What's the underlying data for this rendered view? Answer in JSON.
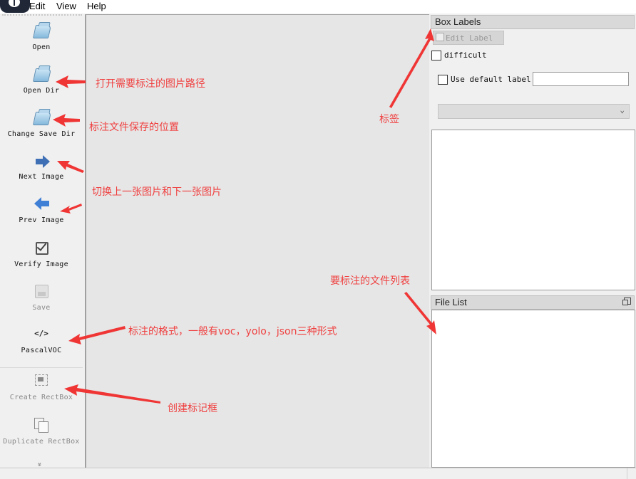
{
  "menu": {
    "items": [
      {
        "label": "Edit"
      },
      {
        "label": "View"
      },
      {
        "label": "Help"
      }
    ]
  },
  "toolbar": {
    "tools": [
      {
        "label": "Open",
        "icon": "folder-open-icon",
        "enabled": true
      },
      {
        "label": "Open Dir",
        "icon": "folder-open-icon",
        "enabled": true
      },
      {
        "label": "Change Save Dir",
        "icon": "folder-open-icon",
        "enabled": true
      },
      {
        "label": "Next Image",
        "icon": "arrow-right-icon",
        "enabled": true
      },
      {
        "label": "Prev Image",
        "icon": "arrow-left-icon",
        "enabled": true
      },
      {
        "label": "Verify Image",
        "icon": "checkbox-icon",
        "enabled": true
      },
      {
        "label": "Save",
        "icon": "save-icon",
        "enabled": false
      },
      {
        "label": "PascalVOC",
        "icon": "code-icon",
        "icon_text": "</>",
        "enabled": true
      },
      {
        "label": "Create RectBox",
        "icon": "rectbox-icon",
        "enabled": false
      },
      {
        "label": "Duplicate RectBox",
        "icon": "duplicate-icon",
        "enabled": false
      }
    ],
    "more_icon": "»"
  },
  "box_labels": {
    "title": "Box Labels",
    "edit_label_button": "Edit Label",
    "difficult_label": "difficult",
    "difficult_checked": false,
    "use_default_label": "Use default label",
    "use_default_checked": false,
    "default_label_value": "",
    "combo_value": "",
    "combo_chevron": "⌄"
  },
  "file_list": {
    "title": "File List",
    "files": []
  },
  "annotations": {
    "open_dir": "打开需要标注的图片路径",
    "change_save_dir": "标注文件保存的位置",
    "next_prev": "切换上一张图片和下一张图片",
    "format": "标注的格式，一般有voc，yolo，json三种形式",
    "create_rectbox": "创建标记框",
    "labels": "标签",
    "file_list": "要标注的文件列表",
    "color": "#f04040"
  }
}
